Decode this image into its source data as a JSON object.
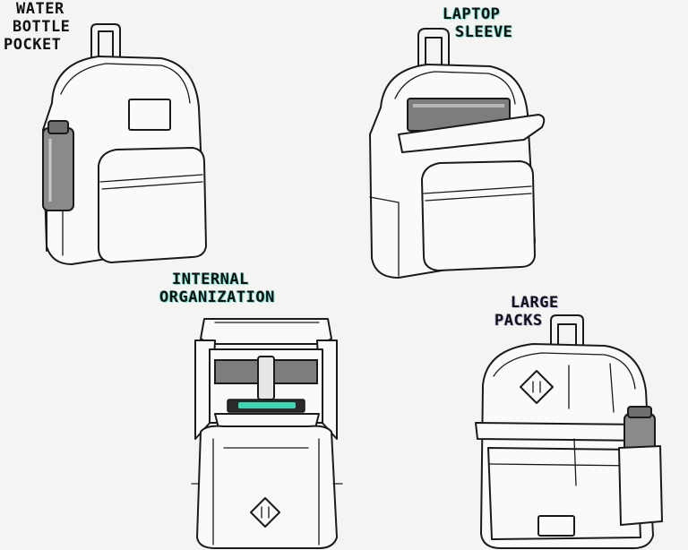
{
  "labels": {
    "water_bottle": [
      "WATER",
      "BOTTLE",
      "POCKET"
    ],
    "laptop_sleeve": [
      "LAPTOP",
      "SLEEVE"
    ],
    "internal_org": [
      "INTERNAL",
      "ORGANIZATION"
    ],
    "large_packs": [
      "LARGE",
      "PACKS"
    ]
  },
  "colors": {
    "background": "#f4f4f2",
    "ink": "#1a1a1a",
    "teal_highlight": "#7fe0d2",
    "violet_highlight": "#c7c2f0",
    "bottle_gray": "#8a8a8a",
    "device_teal": "#3fd6b4"
  }
}
